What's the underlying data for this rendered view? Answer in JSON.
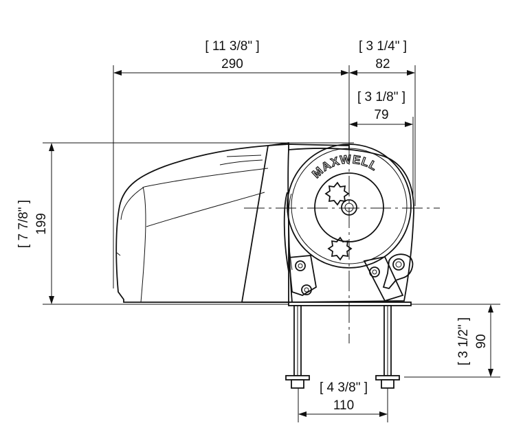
{
  "brand": "MAXWELL",
  "dimensions": {
    "width_in": "[ 11 3/8\" ]",
    "width_mm": "290",
    "gypsy_offset_in": "[ 3 1/4\" ]",
    "gypsy_offset_mm": "82",
    "centerline_offset_in": "[ 3 1/8\" ]",
    "centerline_offset_mm": "79",
    "height_in": "[ 7 7/8\" ]",
    "height_mm": "199",
    "stud_length_in": "[ 3 1/2\" ]",
    "stud_length_mm": "90",
    "stud_spacing_in": "[ 4 3/8\" ]",
    "stud_spacing_mm": "110"
  },
  "colors": {
    "line": "#111111",
    "background": "#ffffff"
  }
}
